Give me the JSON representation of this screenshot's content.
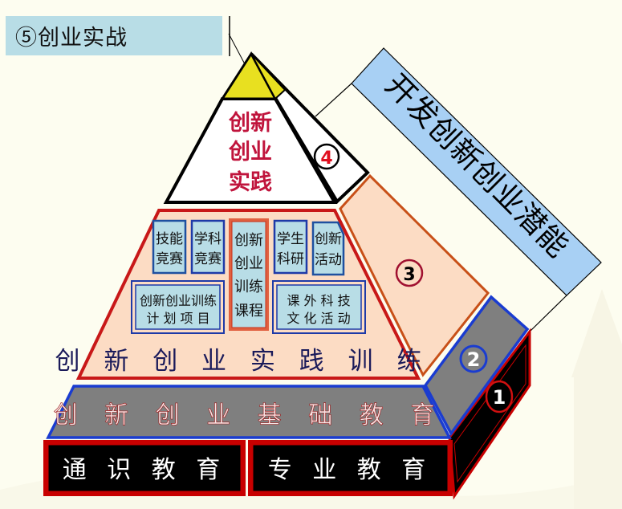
{
  "title": {
    "label": "⑤创业实战"
  },
  "pyramid": {
    "apex": {
      "lines": [
        "创新",
        "创业",
        "实践"
      ],
      "color": "#c0143c",
      "cap_color": "#e8e020"
    },
    "layer_training": {
      "label": "创 新 创 业 实 践 训 练",
      "fill": "#fcdcc4",
      "border": "#c81818",
      "boxes": {
        "skill_competition": [
          "技能",
          "竞赛"
        ],
        "subject_competition": [
          "学科",
          "竞赛"
        ],
        "course": [
          "创新",
          "创业",
          "训练",
          "课程"
        ],
        "student_research": [
          "学生",
          "科研"
        ],
        "innovation_activity": [
          "创新",
          "活动"
        ],
        "training_plan": [
          "创新创业训练",
          "计 划 项 目"
        ],
        "extracurricular": [
          "课 外 科 技",
          "文 化 活 动"
        ]
      }
    },
    "layer_basic": {
      "label": "创 新 创 业 基 础 教 育",
      "fill": "#7f7f7f",
      "border": "#1a3cd0"
    },
    "layer_base": {
      "left_label": "通  识  教  育",
      "right_label": "专  业  教  育",
      "fill": "#000000",
      "border": "#c80000"
    }
  },
  "side": {
    "badges": [
      "1",
      "2",
      "3",
      "4"
    ],
    "banner": "开发创新创业潜能",
    "banner_fill": "#a8d0f4"
  }
}
